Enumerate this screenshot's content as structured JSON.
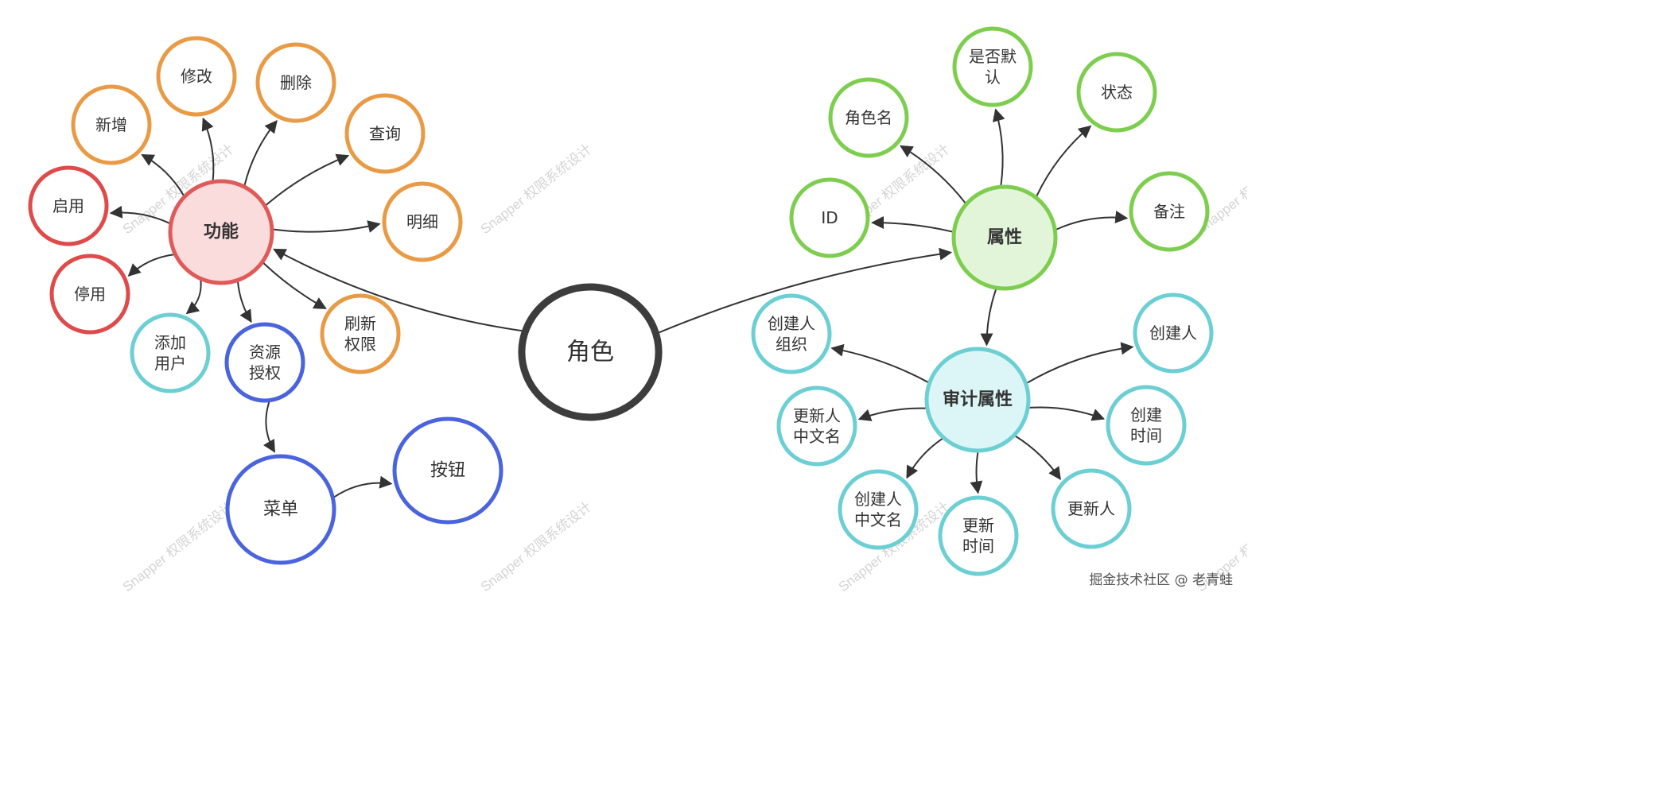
{
  "watermark": "Snapper 权限系统设计",
  "footer": "掘金技术社区 @ 老青蛙",
  "colors": {
    "center": "#3d3d3d",
    "function": "#e05a5a",
    "function_fill": "#fbdcdc",
    "orange": "#e99a45",
    "red": "#df4a4a",
    "blue": "#4a63de",
    "cyan": "#6ccfd3",
    "cyan_fill": "#dcf5f6",
    "green": "#7dce4e",
    "green_fill": "#e3f5d8",
    "edge": "#333333"
  },
  "nodes": {
    "center": "角色",
    "function": "功能",
    "add": "新增",
    "edit": "修改",
    "delete": "删除",
    "query": "查询",
    "detail": "明细",
    "enable": "启用",
    "disable": "停用",
    "add_user": [
      "添加",
      "用户"
    ],
    "resource_auth": [
      "资源",
      "授权"
    ],
    "refresh_perm": [
      "刷新",
      "权限"
    ],
    "menu": "菜单",
    "button": "按钮",
    "attributes": "属性",
    "role_name": "角色名",
    "is_default": [
      "是否默",
      "认"
    ],
    "status": "状态",
    "id": "ID",
    "remark": "备注",
    "audit": "审计属性",
    "creator_org": [
      "创建人",
      "组织"
    ],
    "creator": "创建人",
    "updater_cn": [
      "更新人",
      "中文名"
    ],
    "create_time": [
      "创建",
      "时间"
    ],
    "creator_cn": [
      "创建人",
      "中文名"
    ],
    "update_time": [
      "更新",
      "时间"
    ],
    "updater": "更新人"
  }
}
